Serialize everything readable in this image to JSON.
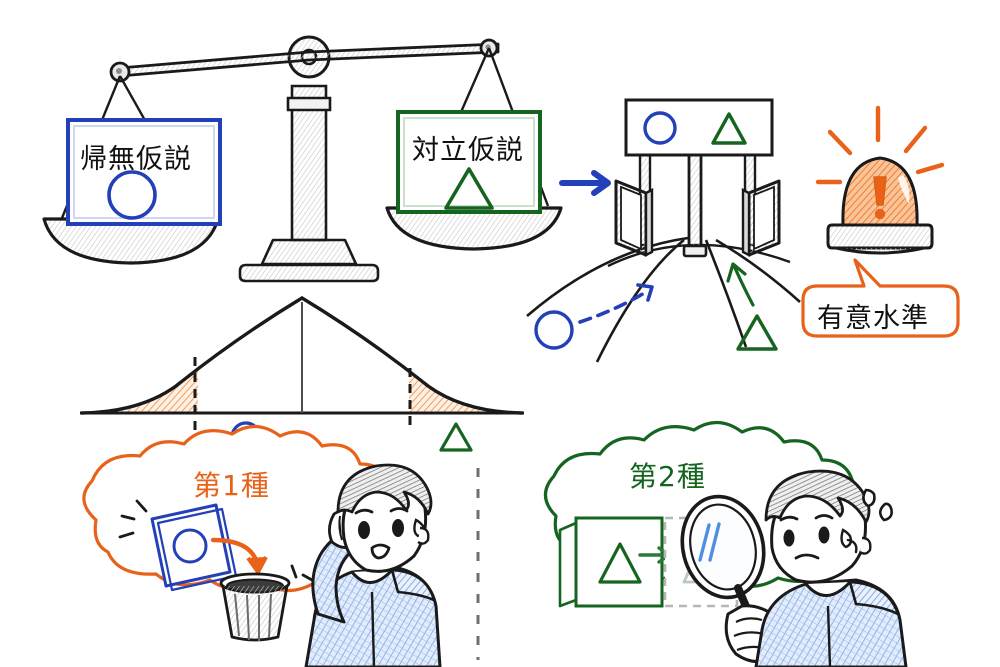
{
  "figure": {
    "title_hidden": "",
    "background": "#ffffff"
  },
  "colors": {
    "ink": "#1a1a1a",
    "blue": "#2340b8",
    "blue_light": "#7ba6e8",
    "green": "#156420",
    "orange": "#e8621a",
    "orange_fill": "#f6a06a",
    "gray": "#9a9a9a",
    "gray_fill": "#e8e8e8"
  },
  "scale": {
    "name": "balance-scale",
    "left_pan": {
      "panel_label": "帰無仮説",
      "symbol": "circle",
      "symbol_color": "#2340b8",
      "border_color": "#2340b8"
    },
    "right_pan": {
      "panel_label": "対立仮説",
      "symbol": "triangle",
      "symbol_color": "#156420",
      "border_color": "#156420"
    }
  },
  "gate": {
    "name": "decision-gate",
    "sign_symbols": [
      "circle",
      "triangle"
    ],
    "entry_arrow_color": "#2340b8",
    "paths": [
      {
        "marker": "circle",
        "color": "#2340b8",
        "arrow_style": "dashed"
      },
      {
        "marker": "triangle",
        "color": "#156420",
        "arrow_style": "solid"
      }
    ]
  },
  "alarm": {
    "name": "significance-alarm",
    "glyph": "!",
    "bubble_label": "有意水準",
    "color": "#e8621a"
  },
  "distribution": {
    "name": "sampling-distribution",
    "curve": "normal",
    "center_line": true,
    "critical_lines": 2,
    "rejection_fill": "#f6a06a",
    "markers": [
      {
        "symbol": "circle",
        "color": "#2340b8",
        "region": "center"
      },
      {
        "symbol": "triangle",
        "color": "#156420",
        "region": "right-tail"
      }
    ]
  },
  "error_type1": {
    "name": "type-1-error",
    "label": "第1種",
    "color": "#e8621a",
    "card_symbol": "circle",
    "card_color": "#2340b8",
    "action": "discard-to-trash",
    "character": "worried-boy"
  },
  "error_type2": {
    "name": "type-2-error",
    "label": "第2種",
    "color": "#156420",
    "card_symbol": "triangle",
    "card_color": "#156420",
    "action": "overlooked-faded",
    "character": "boy-with-magnifier"
  },
  "chart_data": {
    "type": "area",
    "title": "",
    "xlabel": "",
    "ylabel": "",
    "x": [
      -4.0,
      -3.5,
      -3.0,
      -2.5,
      -2.0,
      -1.5,
      -1.0,
      -0.5,
      0.0,
      0.5,
      1.0,
      1.5,
      2.0,
      2.5,
      3.0,
      3.5,
      4.0
    ],
    "values": [
      0.0,
      0.01,
      0.04,
      0.11,
      0.24,
      0.44,
      0.68,
      0.9,
      1.0,
      0.9,
      0.68,
      0.44,
      0.24,
      0.11,
      0.04,
      0.01,
      0.0
    ],
    "critical_values": [
      -1.96,
      1.96
    ],
    "grid": false,
    "legend": "none"
  }
}
